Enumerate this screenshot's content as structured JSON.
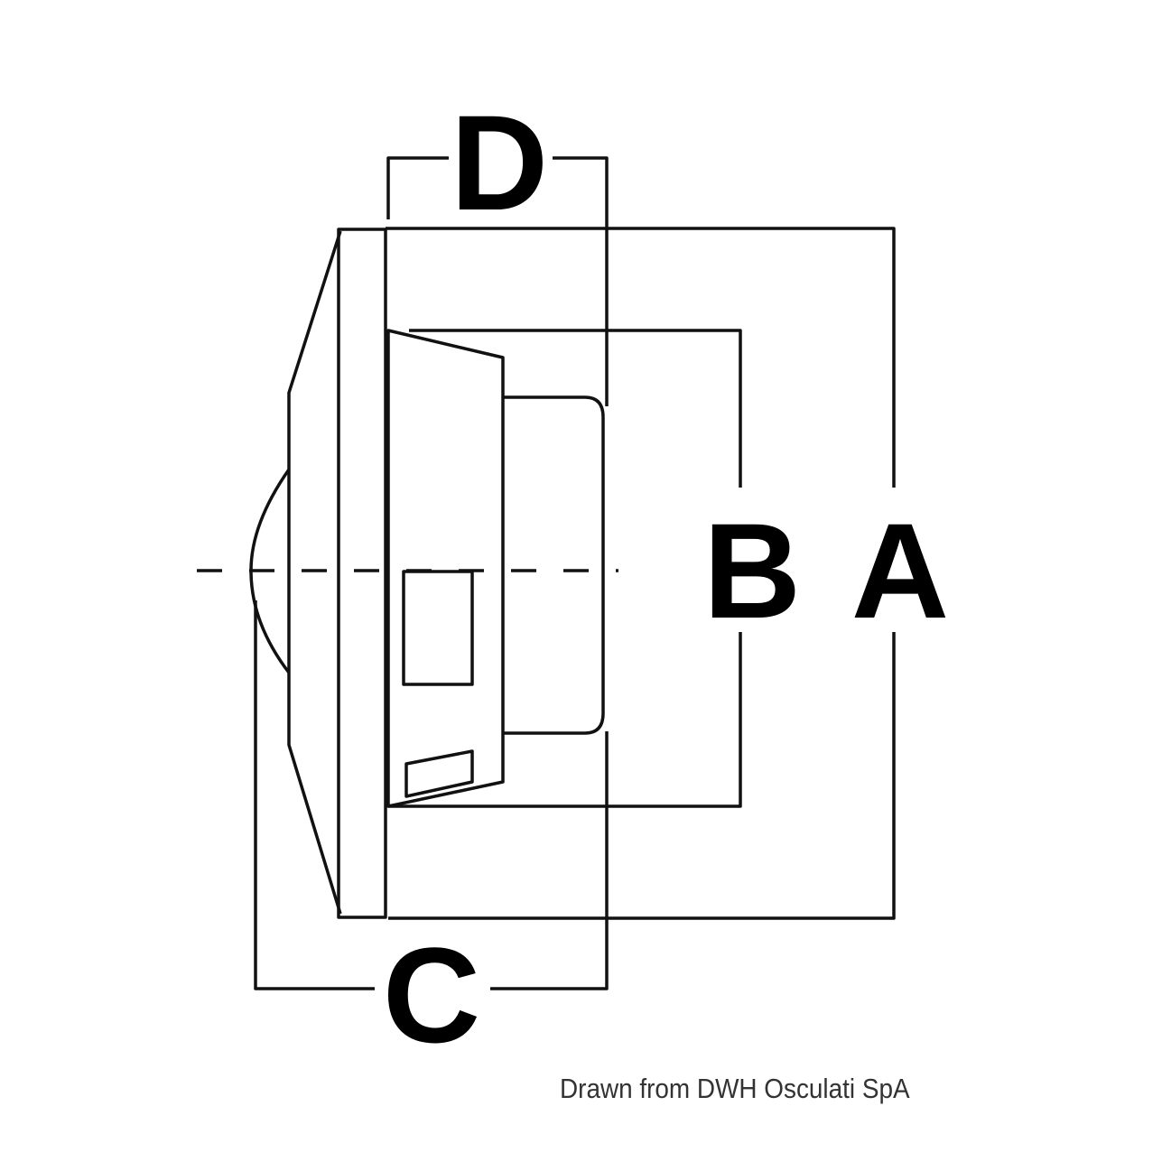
{
  "dimensions": {
    "A": "A",
    "B": "B",
    "C": "C",
    "D": "D"
  },
  "credit": "Drawn from DWH Osculati SpA",
  "colors": {
    "line": "#111111",
    "background": "#ffffff",
    "credit_text": "#333333"
  }
}
